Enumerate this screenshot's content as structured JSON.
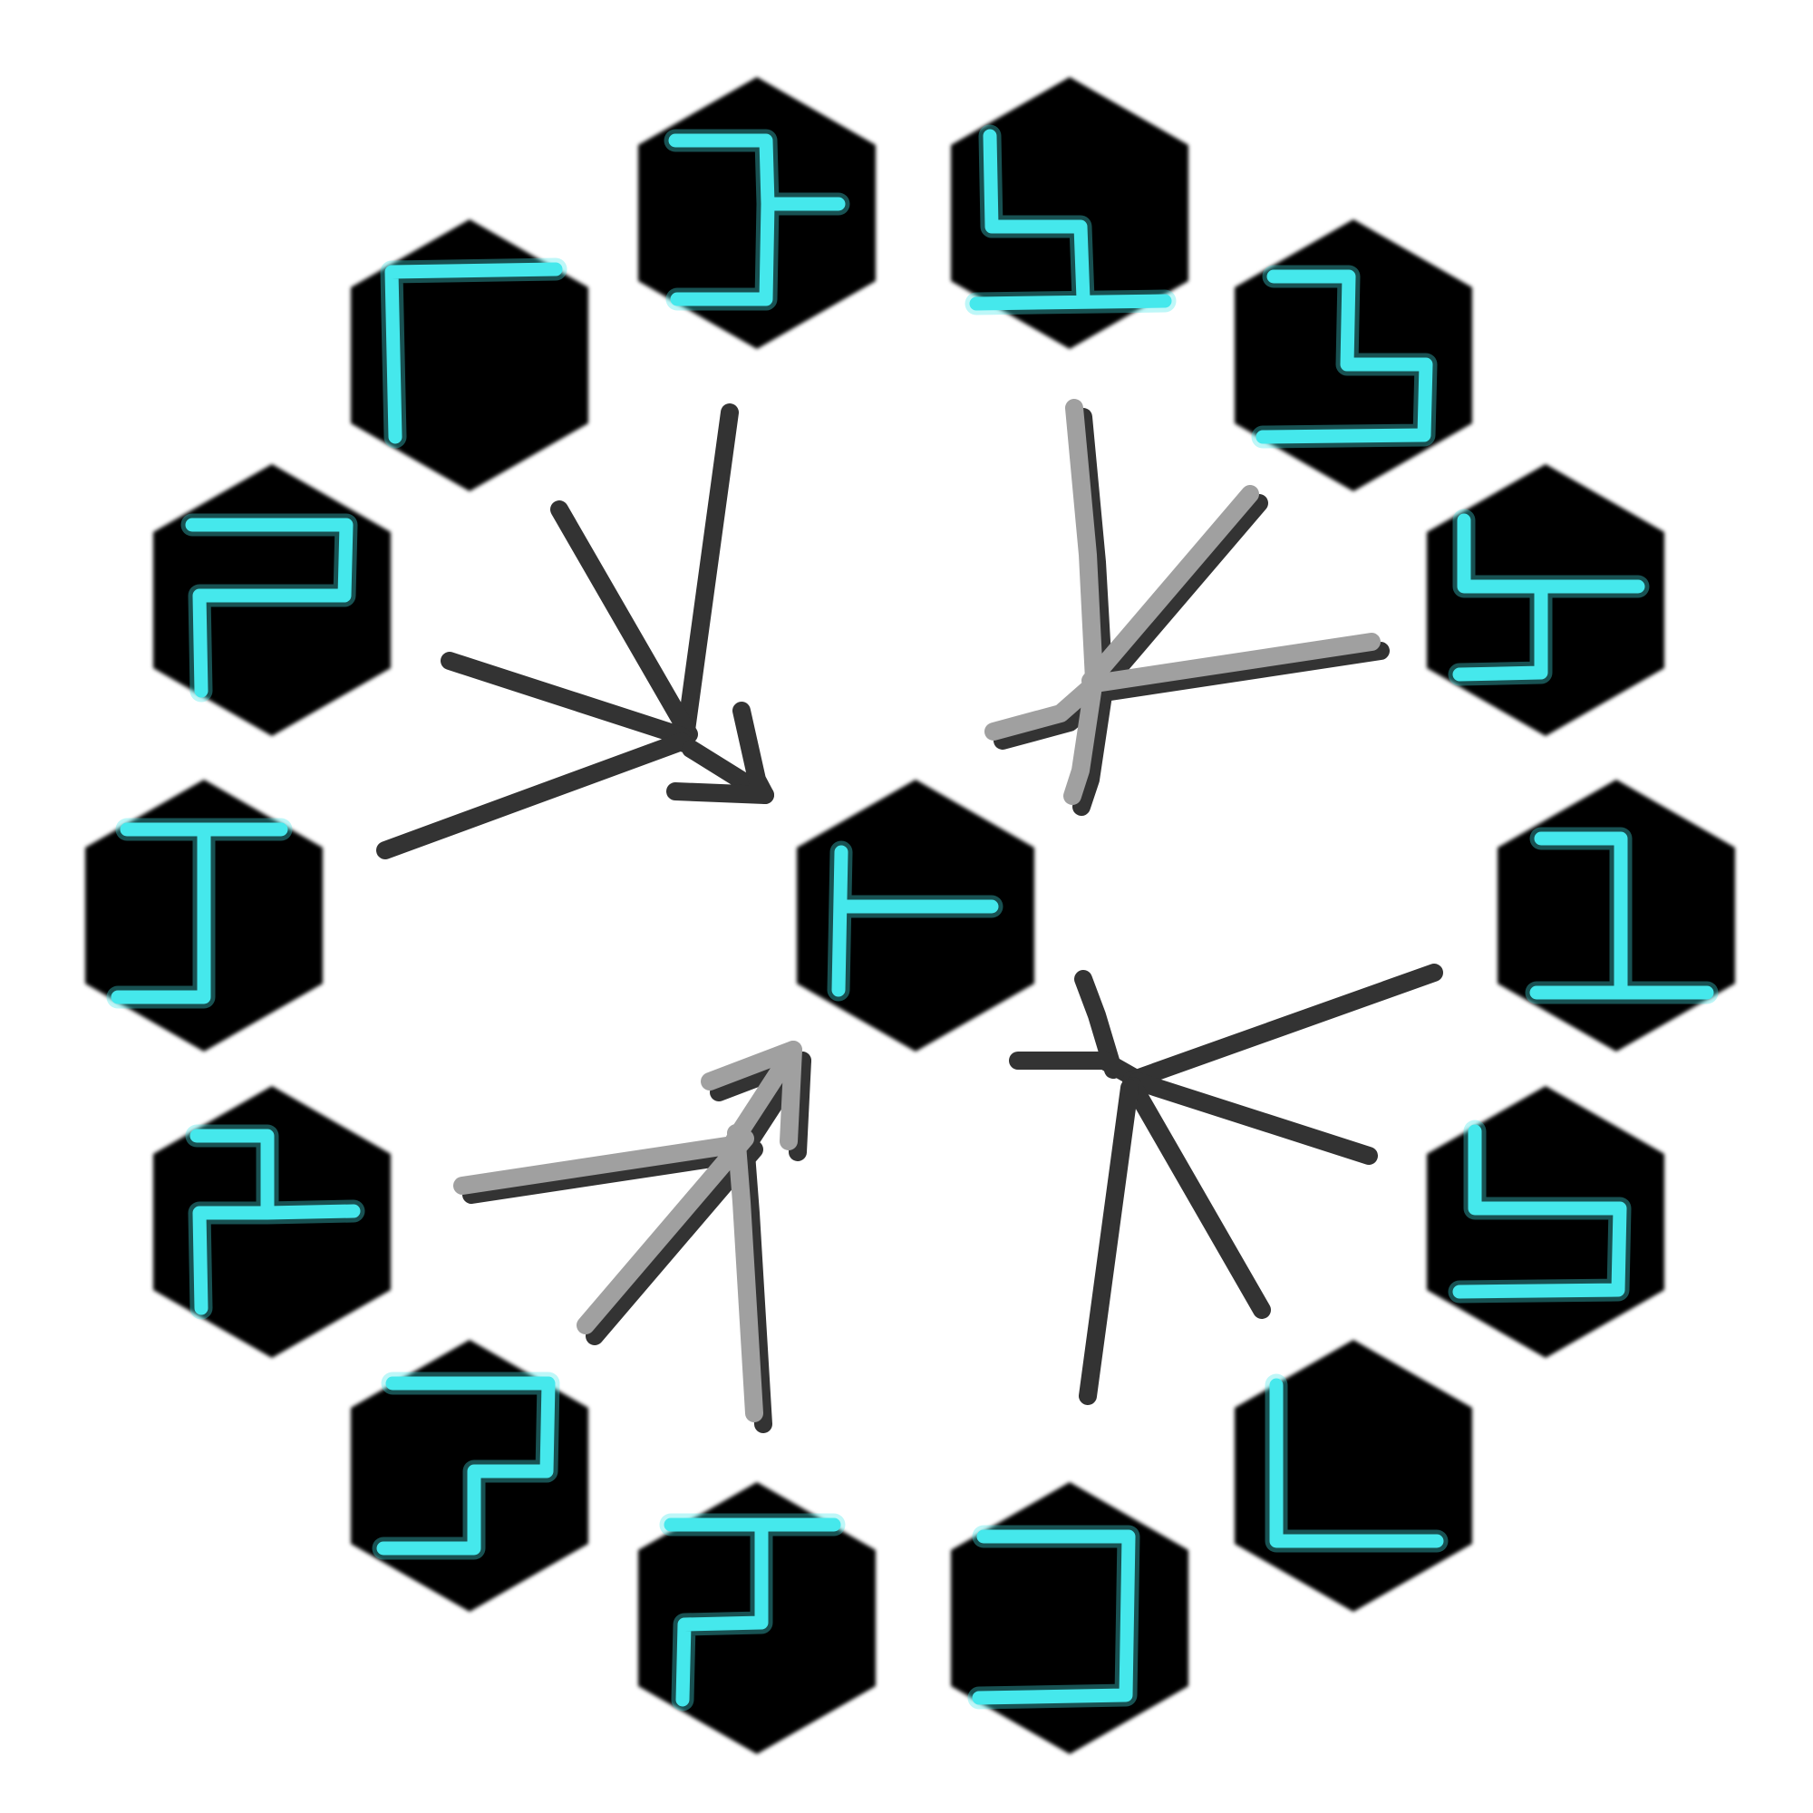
{
  "diagram": {
    "colors": {
      "background": "#ffffff",
      "tile": "#000000",
      "glyph": "#45e8ec",
      "arrow_dark": "#333333",
      "arrow_light": "#a0a0a0"
    },
    "center_tile": {
      "name": "center-tile",
      "glyph": "glyph-center"
    },
    "ring_tiles": [
      {
        "name": "tile-top-left",
        "glyph": "glyph-1"
      },
      {
        "name": "tile-top-right",
        "glyph": "glyph-2"
      },
      {
        "name": "tile-upper-right-1",
        "glyph": "glyph-3"
      },
      {
        "name": "tile-upper-right-2",
        "glyph": "glyph-4"
      },
      {
        "name": "tile-right",
        "glyph": "glyph-5"
      },
      {
        "name": "tile-lower-right-1",
        "glyph": "glyph-6"
      },
      {
        "name": "tile-lower-right-2",
        "glyph": "glyph-7"
      },
      {
        "name": "tile-bottom-right",
        "glyph": "glyph-8"
      },
      {
        "name": "tile-bottom-left",
        "glyph": "glyph-9"
      },
      {
        "name": "tile-lower-left-2",
        "glyph": "glyph-10"
      },
      {
        "name": "tile-lower-left-1",
        "glyph": "glyph-11"
      },
      {
        "name": "tile-left",
        "glyph": "glyph-12"
      },
      {
        "name": "tile-upper-left-2",
        "glyph": "glyph-13"
      },
      {
        "name": "tile-upper-left-1",
        "glyph": "glyph-14"
      }
    ],
    "arrow_groups": [
      {
        "name": "arrow-group-top-left",
        "color": "dark",
        "direction": "converging-to-center"
      },
      {
        "name": "arrow-group-top-right",
        "color": "light",
        "direction": "diverging-from-center"
      },
      {
        "name": "arrow-group-bottom-left",
        "color": "light",
        "direction": "converging-to-center"
      },
      {
        "name": "arrow-group-bottom-right",
        "color": "dark",
        "direction": "diverging-from-center"
      }
    ]
  }
}
